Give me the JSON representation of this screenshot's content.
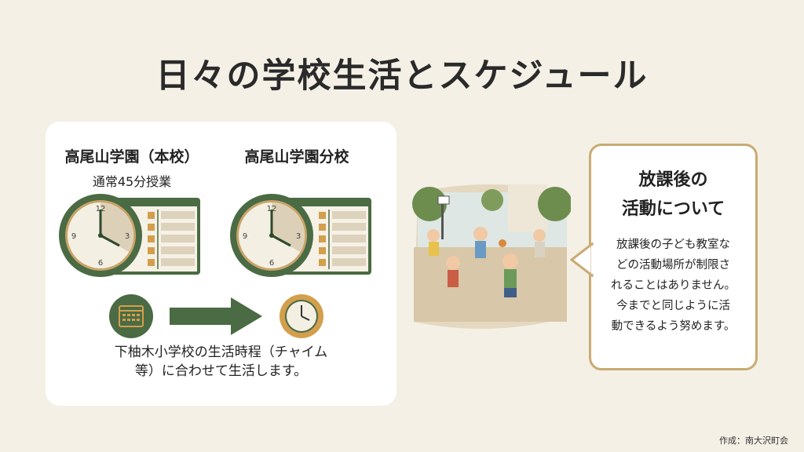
{
  "title": "日々の学校生活とスケジュール",
  "left_card": {
    "main_school": "高尾山学園（本校）",
    "main_school_note": "通常45分授業",
    "branch_school": "高尾山学園分校",
    "clock_numbers": [
      "12",
      "3",
      "6",
      "9"
    ],
    "description_line1": "下柚木小学校の生活時程（チャイム",
    "description_line2": "等）に合わせて生活します。"
  },
  "callout": {
    "title_line1": "放課後の",
    "title_line2": "活動について",
    "body": [
      "放課後の子ども教室な",
      "どの活動場所が制限さ",
      "れることはありません。",
      "今までと同じように活",
      "動できるよう努めます。"
    ]
  },
  "footer": "作成：南大沢町会",
  "colors": {
    "green": "#4a6b43",
    "gold": "#d39f4c",
    "border": "#c9ab72",
    "background": "#f4f0e6"
  }
}
